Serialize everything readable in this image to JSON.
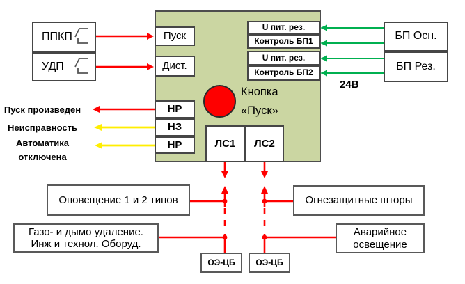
{
  "colors": {
    "panel_bg": "#cbd6a2",
    "wire_red": "#ff0000",
    "wire_yellow": "#ffee00",
    "wire_green": "#00b050",
    "box_border": "#464646",
    "button_red": "#fe0000"
  },
  "sources": {
    "ppkp": "ППКП",
    "udp": "УДП"
  },
  "panel": {
    "pusk": "Пуск",
    "dist": "Дист.",
    "nr1": "НР",
    "nz": "НЗ",
    "nr2": "НР",
    "status": [
      "U пит. рез.",
      "Контроль БП1",
      "U пит. рез.",
      "Контроль БП2"
    ],
    "button": {
      "line1": "Кнопка",
      "line2": "«Пуск»"
    },
    "ls1": "ЛС1",
    "ls2": "ЛС2"
  },
  "signals": {
    "start": "Пуск произведен",
    "fault": "Неисправность",
    "auto_line1": "Автоматика",
    "auto_line2": "отключена"
  },
  "power": {
    "main": "БП Осн.",
    "reserve": "БП Рез.",
    "voltage": "24В"
  },
  "loads": {
    "notification": "Оповещение 1 и 2 типов",
    "gas_line1": "Газо- и дымо удаление.",
    "gas_line2": "Инж и технол. Оборуд.",
    "curtains": "Огнезащитные шторы",
    "emergency_line1": "Аварийное",
    "emergency_line2": "освещение",
    "oecb1": "ОЭ-ЦБ",
    "oecb2": "ОЭ-ЦБ"
  }
}
